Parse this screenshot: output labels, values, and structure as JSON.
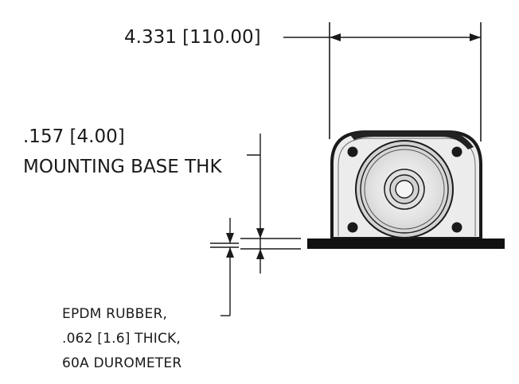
{
  "dimensions": {
    "overall_width": "4.331 [110.00]",
    "base_thickness": ".157 [4.00]",
    "base_thickness_label": "MOUNTING BASE THK"
  },
  "rubber_note": {
    "line1": "EPDM RUBBER,",
    "line2": ".062 [1.6] THICK,",
    "line3": "60A DUROMETER"
  },
  "colors": {
    "line": "#1a1a1a",
    "housing_fill": "#ececec",
    "base_fill": "#111111"
  }
}
